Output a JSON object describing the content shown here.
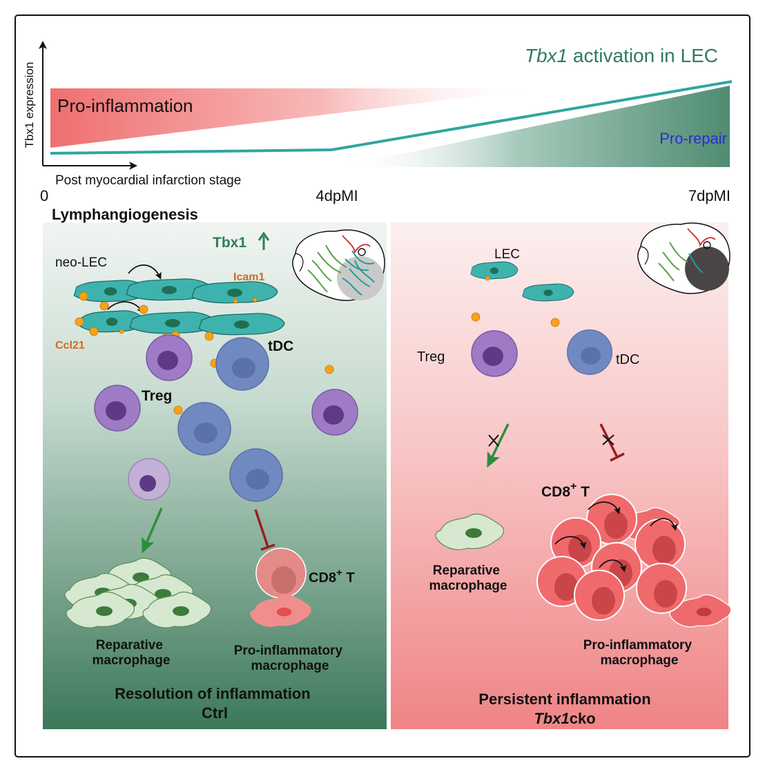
{
  "timeline": {
    "title_italic": "Tbx1",
    "title_rest": " activation in LEC",
    "y_axis_label": "Tbx1 expression",
    "x_axis_label": "Post myocardial infarction stage",
    "tick_start": "0",
    "tick_mid": "4dpMI",
    "tick_end": "7dpMI",
    "pro_inflammation": "Pro-inflammation",
    "pro_repair": "Pro-repair"
  },
  "ctrl_panel": {
    "heading": "Lymphangiogenesis",
    "tbx1_label": "Tbx1",
    "neo_lec": "neo-LEC",
    "icam1": "Icam1",
    "ccl21": "Ccl21",
    "tdc": "tDC",
    "treg": "Treg",
    "cd8_main": "CD8",
    "cd8_sup": "+",
    "cd8_t": " T",
    "reparative_line1": "Reparative",
    "reparative_line2": "macrophage",
    "proinf_line1": "Pro-inflammatory",
    "proinf_line2": "macrophage",
    "footer_line1": "Resolution of inflammation",
    "footer_line2": "Ctrl"
  },
  "cko_panel": {
    "lec": "LEC",
    "treg": "Treg",
    "tdc": "tDC",
    "cd8_main": "CD8",
    "cd8_sup": "+",
    "cd8_t": " T",
    "reparative_line1": "Reparative",
    "reparative_line2": "macrophage",
    "proinf_line1": "Pro-inflammatory",
    "proinf_line2": "macrophage",
    "footer_line1": "Persistent inflammation",
    "footer_italic": "Tbx1",
    "footer_rest": "cko"
  },
  "colors": {
    "teal_line": "#2fa6a0",
    "title_green": "#2e7d5b",
    "pro_repair_blue": "#2b2bd6",
    "ccl21_orange": "#d2691e",
    "ctrl_panel_top": "#e9efec",
    "ctrl_panel_bottom": "#3f7a5c",
    "cko_panel_top": "#fbe9ea",
    "cko_panel_bottom": "#f08a8c",
    "lec_cell": "#3fb3ad",
    "treg_cell": "#9a78c0",
    "tdc_cell": "#6f86bd",
    "cd8_cell": "#f06a6c",
    "macrophage_green": "#cfe3c8",
    "ligand_orange": "#f5a31a",
    "arrow_green": "#2a8f3a",
    "inhibit_red": "#9b1c1c"
  }
}
